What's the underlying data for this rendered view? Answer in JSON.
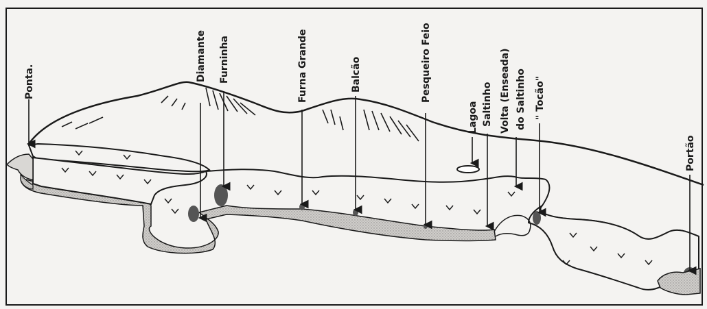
{
  "colors": {
    "paper": "#f4f3f1",
    "ink": "#1a1a1a",
    "sand": "#c9c7c4",
    "water_spot": "#555555"
  },
  "labels": {
    "ponta": "Ponta.",
    "diamante": "Diamante",
    "furninha": "Furninha",
    "furna_grande": "Furna Grande",
    "balcao": "Balcão",
    "pesqueiro_feio": "Pesqueiro Feio",
    "lagoa": "Lagoa",
    "saltinho": "Saltinho",
    "volta_enseada": "Volta (Enseada)",
    "do_saltinho": "do Saltinho",
    "tocao": "\" Tocão\"",
    "portao": "Portão"
  }
}
